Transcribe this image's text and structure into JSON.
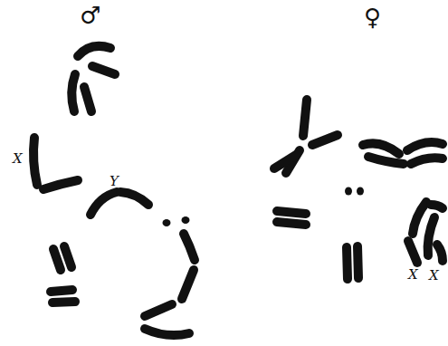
{
  "diagram": {
    "labels": [
      "♂",
      "♀",
      "X",
      "Y",
      "X",
      "X"
    ]
  }
}
